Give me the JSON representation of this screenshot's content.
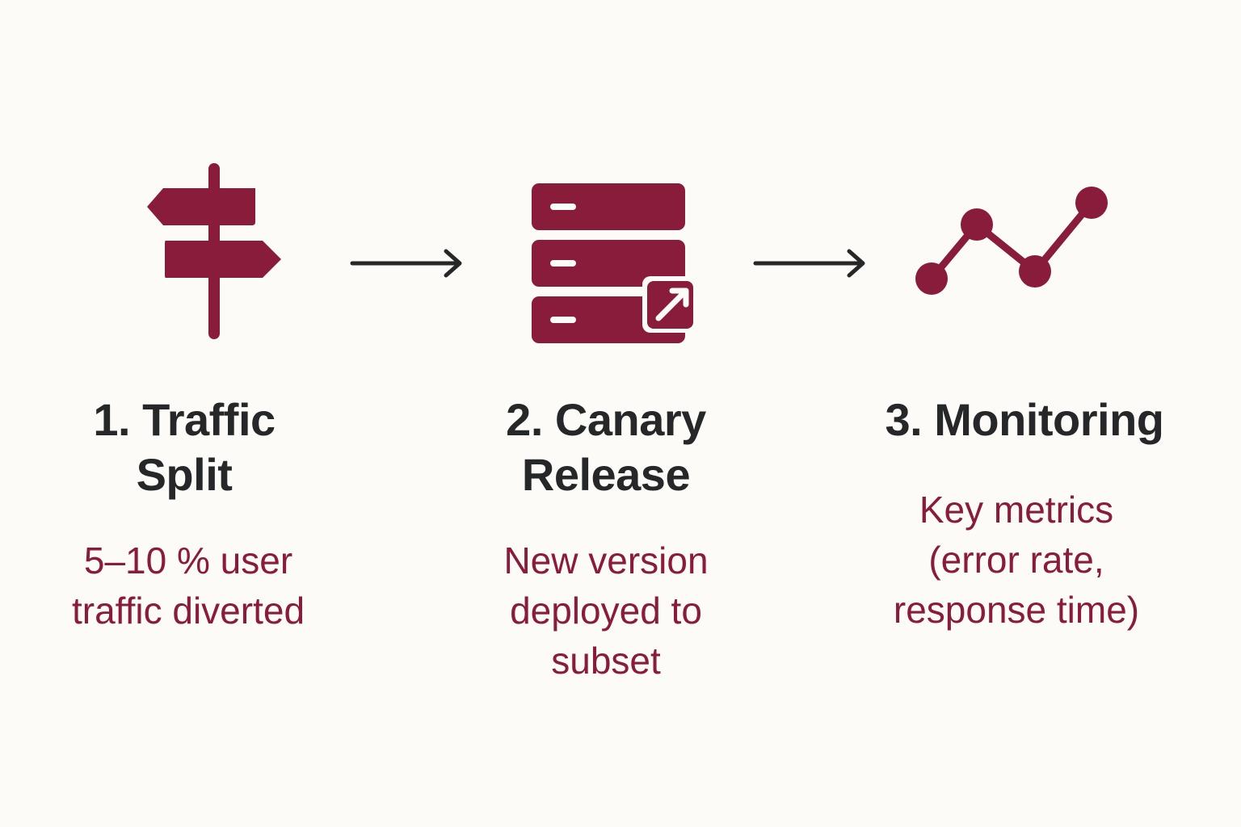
{
  "colors": {
    "accent": "#8a1c3b",
    "text": "#262729",
    "background": "#fcfbf8"
  },
  "steps": [
    {
      "icon": "signpost-icon",
      "title_lines": [
        "1. Traffic",
        "Split"
      ],
      "desc_lines": [
        "5–10 % user",
        "traffic diverted"
      ]
    },
    {
      "icon": "server-deploy-icon",
      "title_lines": [
        "2. Canary",
        "Release"
      ],
      "desc_lines": [
        "New version",
        "deployed to",
        "subset"
      ]
    },
    {
      "icon": "line-chart-icon",
      "title_lines": [
        "3. Monitoring"
      ],
      "desc_lines": [
        "Key metrics",
        "(error rate,",
        "response time)"
      ]
    }
  ]
}
